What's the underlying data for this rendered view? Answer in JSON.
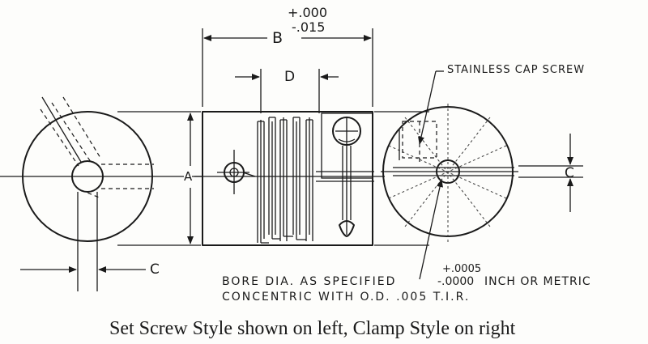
{
  "labels": {
    "tol_plus": "+.000",
    "tol_minus": "-.015",
    "dim_b": "B",
    "dim_d": "D",
    "dim_a": "A",
    "dim_c_right": "C",
    "dim_c_left": "C",
    "cap_screw": "STAINLESS CAP SCREW",
    "bore_tol_plus": "+.0005",
    "bore_line1": "BORE DIA. AS SPECIFIED",
    "bore_tol_minus": "-.0000",
    "bore_units": "INCH OR METRIC",
    "concentric": "CONCENTRIC WITH O.D. .005 T.I.R."
  },
  "caption": "Set Screw Style shown on left, Clamp Style on right"
}
